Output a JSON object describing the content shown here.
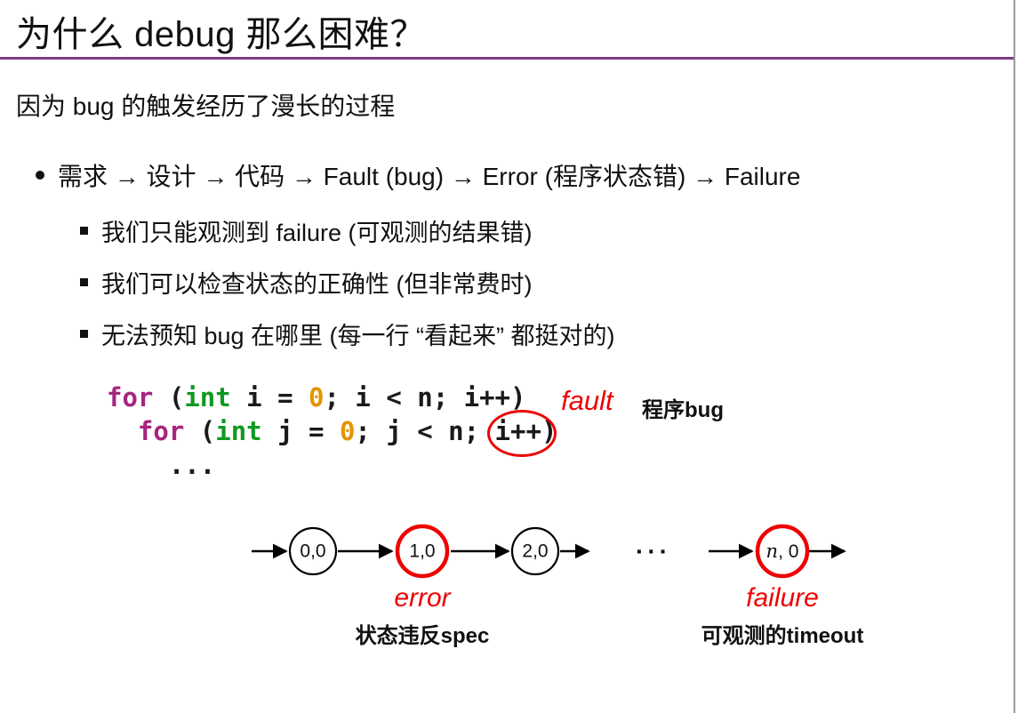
{
  "colors": {
    "rule": "#7e3a87",
    "red": "#ee0000",
    "kw": "#a6267e",
    "type": "#119822",
    "num": "#e39500",
    "border": "#9a9a9a"
  },
  "slide": {
    "title": "为什么 debug 那么困难？",
    "intro": "因为 bug 的触发经历了漫长的过程",
    "bullet": "需求 → 设计 → 代码 → Fault (bug) → Error (程序状态错) → Failure",
    "subs": [
      "我们只能观测到 failure (可观测的结果错)",
      "我们可以检查状态的正确性 (但非常费时)",
      "无法预知 bug 在哪里 (每一行 “看起来” 都挺对的)"
    ]
  },
  "code": {
    "line1": {
      "kw": "for",
      "p1": " (",
      "type": "int",
      "p2": " i = ",
      "num": "0",
      "p3": "; i < n; i++)"
    },
    "line2": {
      "indent": "  ",
      "kw": "for",
      "p1": " (",
      "type": "int",
      "p2": " j = ",
      "num": "0",
      "p3": "; j < n; ",
      "bug": "i++",
      "p4": ")"
    },
    "line3": "    ..."
  },
  "annotations": {
    "fault": "fault",
    "fault_note": "程序bug",
    "error": "error",
    "error_note": "状态违反spec",
    "failure": "failure",
    "failure_note": "可观测的timeout"
  },
  "diagram": {
    "states": [
      "0,0",
      "1,0",
      "2,0"
    ],
    "final_var": "n",
    "final_rest": ", 0",
    "dots": "···"
  }
}
